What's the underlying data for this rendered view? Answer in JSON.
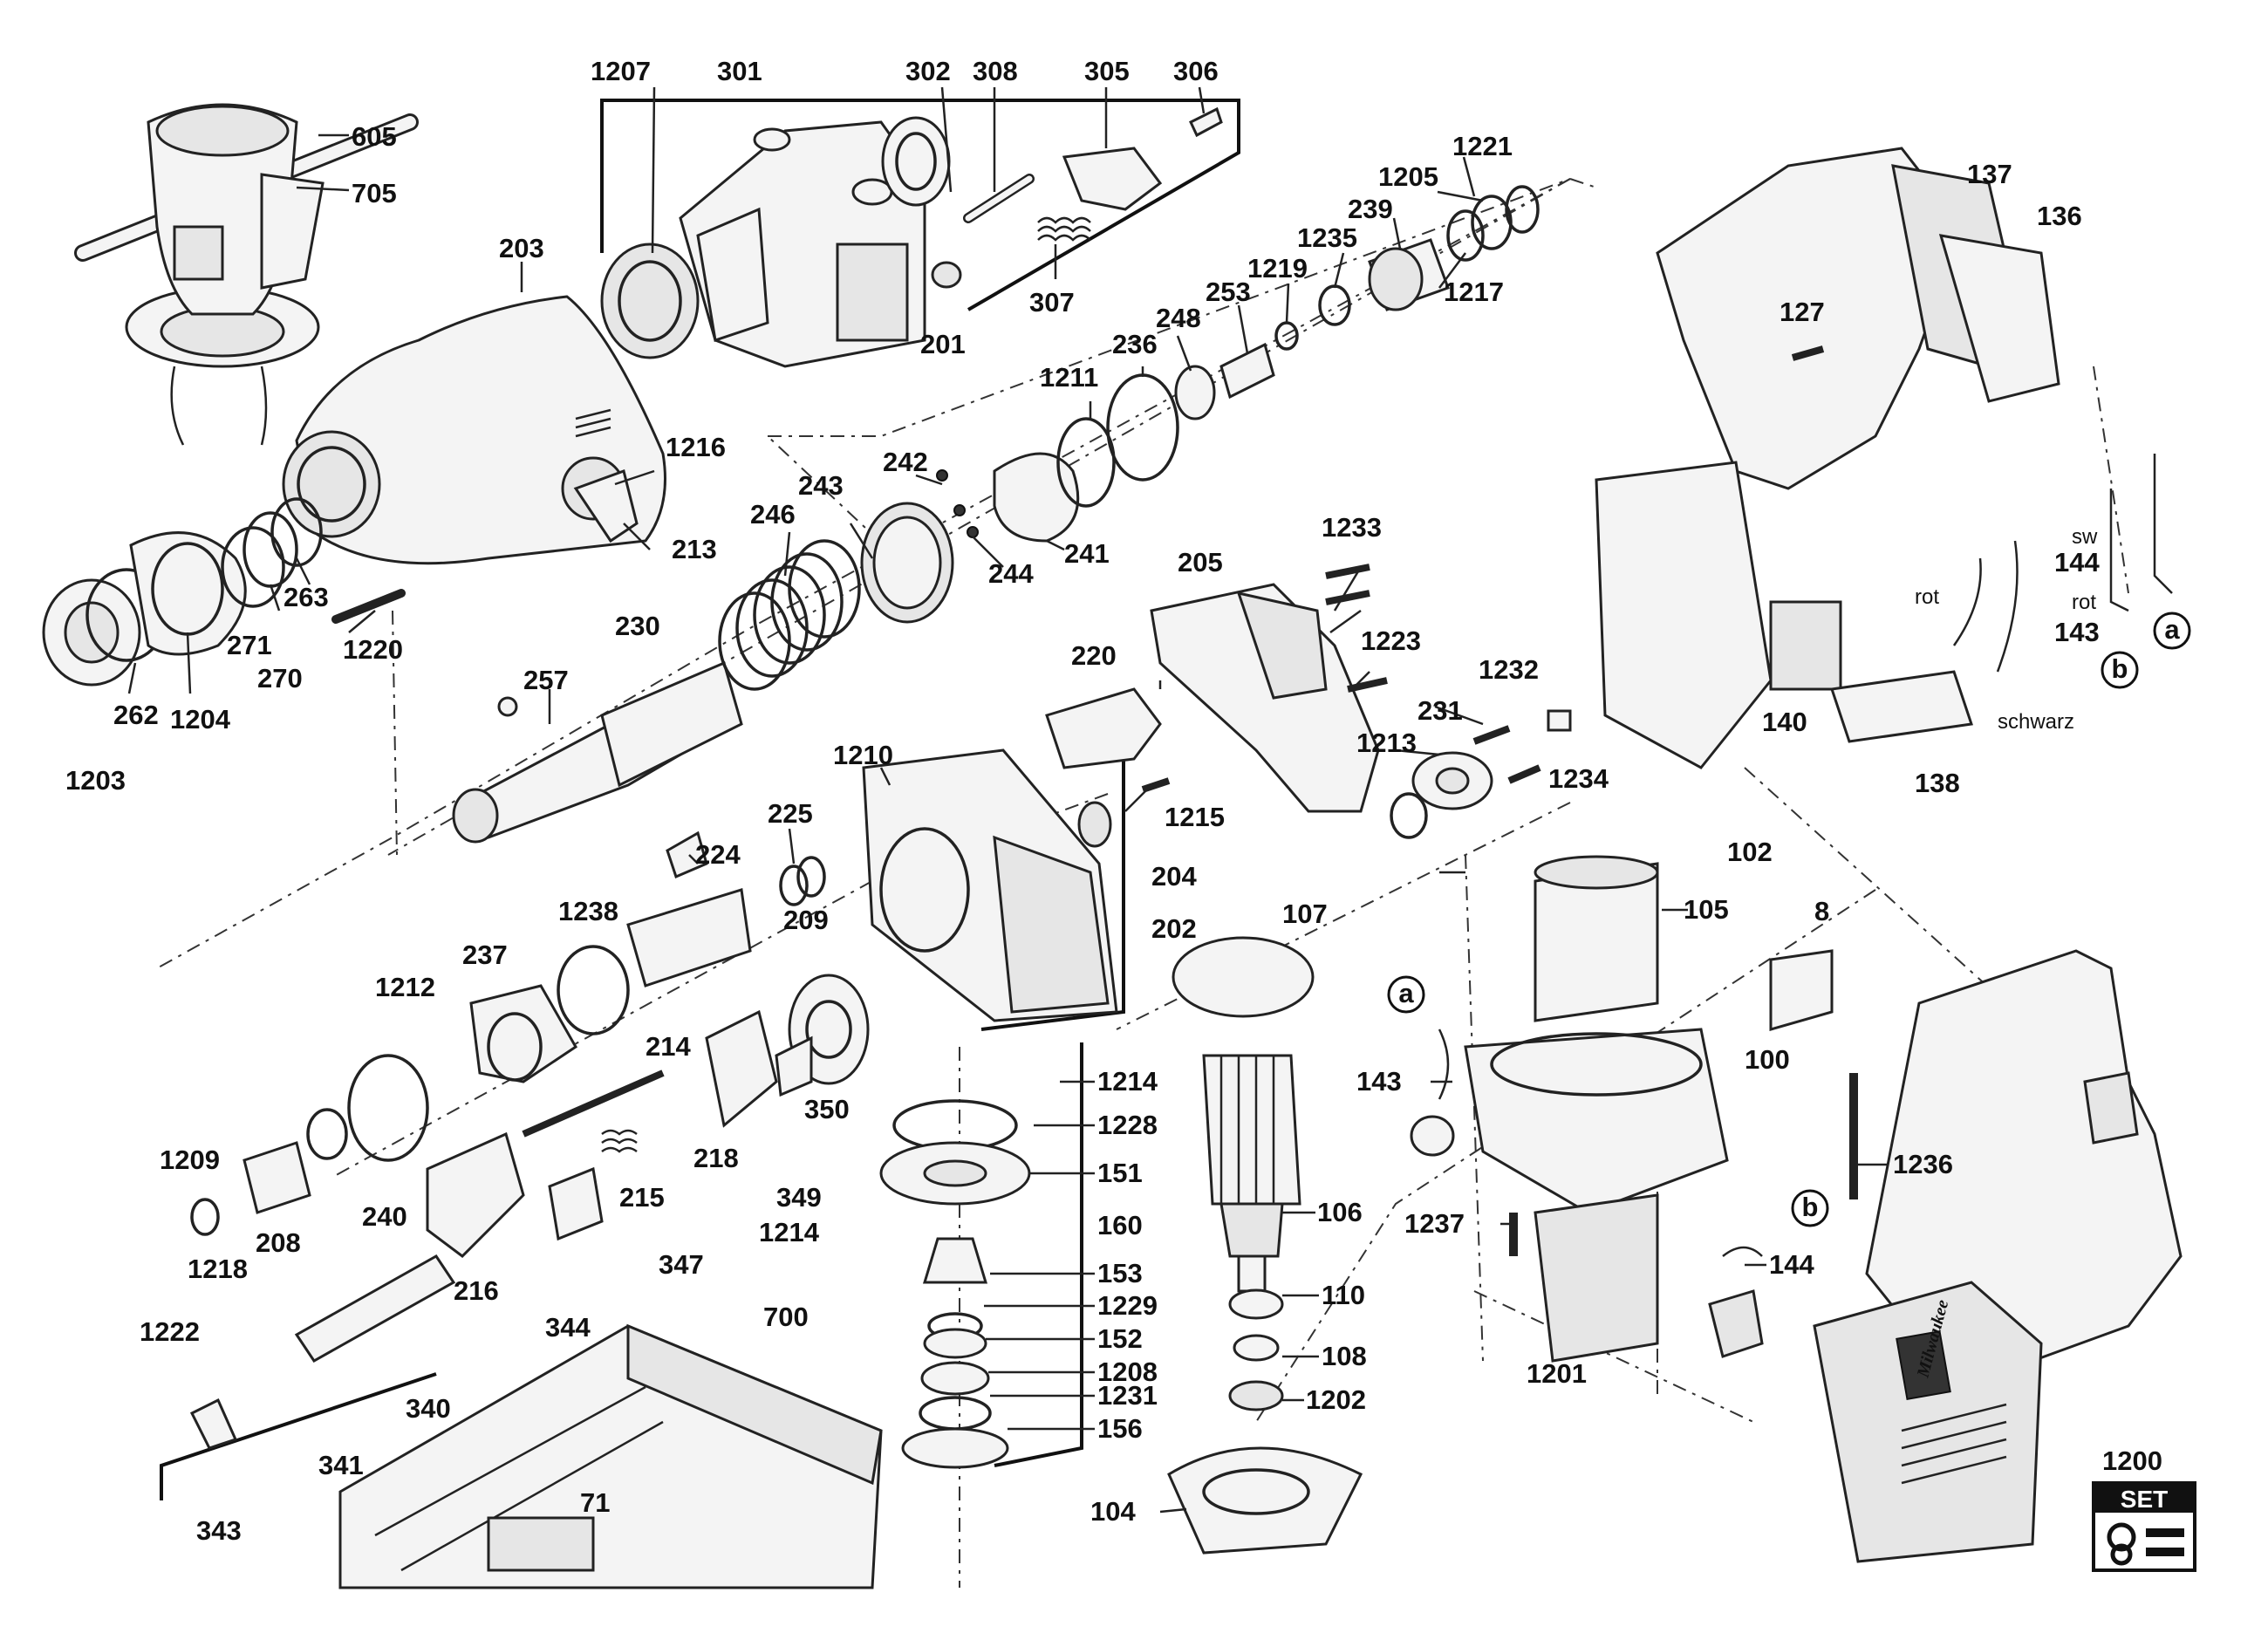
{
  "labels": {
    "l1207": "1207",
    "l301": "301",
    "l302": "302",
    "l308": "308",
    "l305": "305",
    "l306": "306",
    "l605": "605",
    "l705": "705",
    "l203": "203",
    "l307": "307",
    "l201": "201",
    "l1221": "1221",
    "l1205": "1205",
    "l239": "239",
    "l1217": "1217",
    "l1235": "1235",
    "l1219": "1219",
    "l253": "253",
    "l248": "248",
    "l236": "236",
    "l1211": "1211",
    "l137": "137",
    "l136": "136",
    "l127": "127",
    "l1216": "1216",
    "l213": "213",
    "l242": "242",
    "l241": "241",
    "l244": "244",
    "l243": "243",
    "l246": "246",
    "l263": "263",
    "l271": "271",
    "l270": "270",
    "l1220": "1220",
    "l262": "262",
    "l1204": "1204",
    "l1203": "1203",
    "l230": "230",
    "l257": "257",
    "l205": "205",
    "l1233": "1233",
    "l1223": "1223",
    "l220": "220",
    "l1232": "1232",
    "l231": "231",
    "l1213": "1213",
    "l1234": "1234",
    "l1210": "1210",
    "l1215": "1215",
    "l225": "225",
    "l224": "224",
    "l209": "209",
    "l204": "204",
    "l202": "202",
    "l1238": "1238",
    "l237": "237",
    "l1212": "1212",
    "l214": "214",
    "l350": "350",
    "l218": "218",
    "l1209": "1209",
    "l240": "240",
    "l215": "215",
    "l349": "349",
    "l208": "208",
    "l1218": "1218",
    "l216": "216",
    "l347": "347",
    "l344": "344",
    "l1222": "1222",
    "l340": "340",
    "l341": "341",
    "l343": "343",
    "l700": "700",
    "l71": "71",
    "l107": "107",
    "l1214a": "1214",
    "l1228": "1228",
    "l151": "151",
    "l160": "160",
    "l1214b": "1214",
    "l153": "153",
    "l1229": "1229",
    "l152": "152",
    "l1208": "1208",
    "l1231": "1231",
    "l156": "156",
    "l106": "106",
    "l110": "110",
    "l108": "108",
    "l1202": "1202",
    "l104": "104",
    "l144a": "144",
    "l143a": "143",
    "l140": "140",
    "l138": "138",
    "l102": "102",
    "l105": "105",
    "l8": "8",
    "l100": "100",
    "l143b": "143",
    "l1236": "1236",
    "l1237": "1237",
    "l144b": "144",
    "l1201": "1201",
    "l1200": "1200"
  },
  "wire_labels": {
    "sw": "sw",
    "rot1": "rot",
    "rot2": "rot",
    "schwarz": "schwarz"
  },
  "callouts": {
    "a1": "a",
    "b1": "b",
    "a2": "a",
    "b2": "b"
  },
  "set_badge": {
    "text": "SET"
  },
  "branding": {
    "logo": "Milwaukee"
  }
}
